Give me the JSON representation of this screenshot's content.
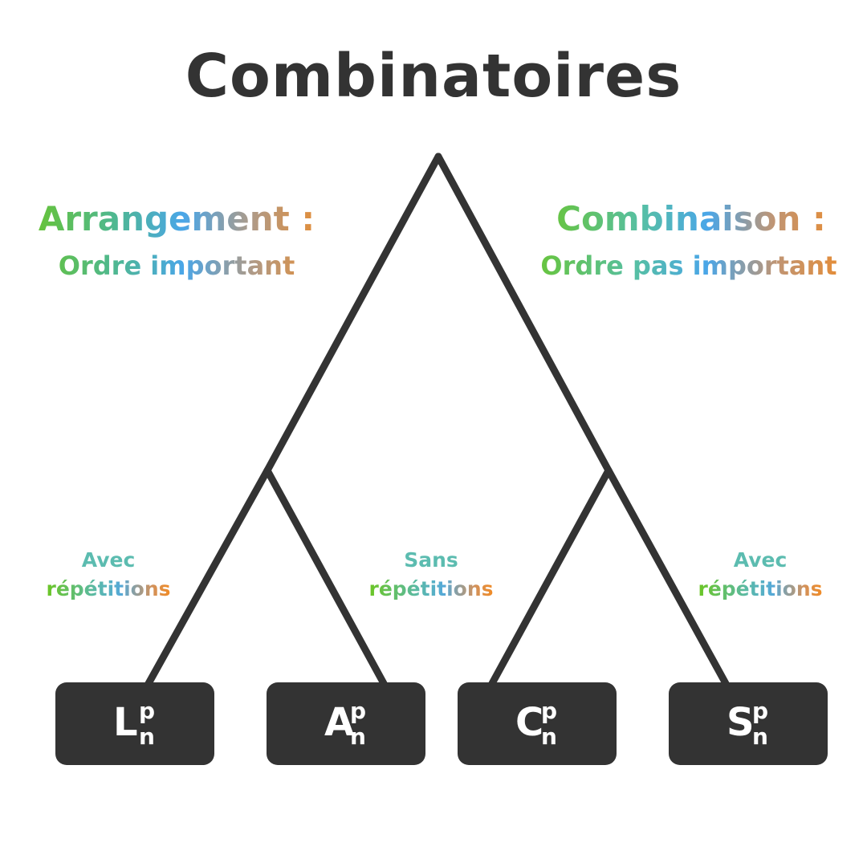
{
  "title": "Combinatoires",
  "left": {
    "heading": "Arrangement :",
    "subheading": "Ordre important"
  },
  "right": {
    "heading": "Combinaison :",
    "subheading": "Ordre pas important"
  },
  "labels": {
    "left_left": {
      "line1": "Avec",
      "line2": "répétitions"
    },
    "left_right": {
      "line1": "Sans",
      "line2": "répétitions"
    },
    "right_right": {
      "line1": "Avec",
      "line2": "répétitions"
    }
  },
  "boxes": [
    {
      "letter": "L",
      "sup": "p",
      "sub": "n"
    },
    {
      "letter": "A",
      "sup": "p",
      "sub": "n"
    },
    {
      "letter": "C",
      "sup": "p",
      "sub": "n"
    },
    {
      "letter": "S",
      "sup": "p",
      "sub": "n"
    }
  ],
  "colors": {
    "text_dark": "#333333",
    "green": "#6cc623",
    "teal": "#5cbcb0",
    "blue": "#4aa6e8",
    "orange": "#f28a22"
  }
}
